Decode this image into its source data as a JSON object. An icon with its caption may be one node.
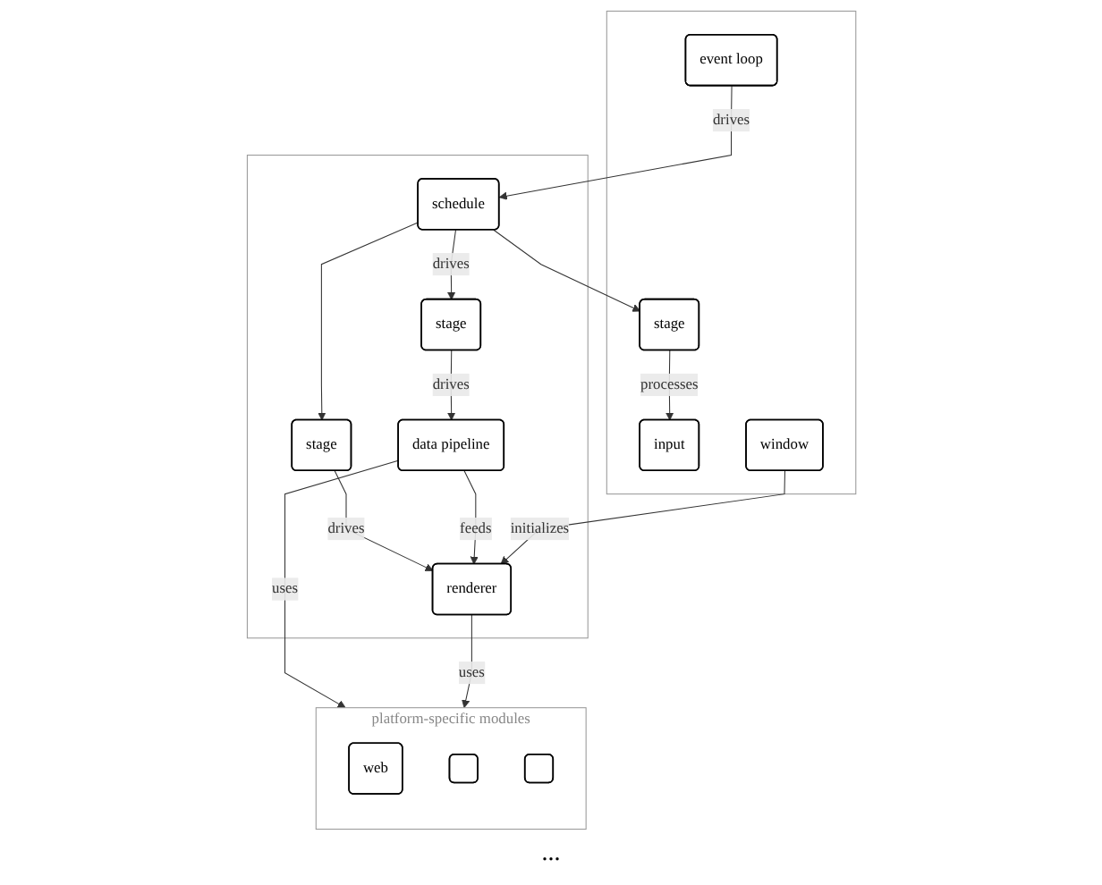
{
  "diagram": {
    "nodes": [
      {
        "text": [],
        "shape": "box"
      },
      {
        "text": [
          "schedule"
        ],
        "in": 0
      },
      {
        "text": [
          "stage"
        ],
        "in": 0
      },
      {
        "text": [
          "stage"
        ],
        "in": 0
      },
      {
        "text": [
          "data pipeline"
        ],
        "in": 0
      },
      {
        "text": [
          "renderer"
        ],
        "in": 0
      },
      {
        "text": [],
        "shape": "box"
      },
      {
        "text": [
          "event loop"
        ],
        "in": 6
      },
      {
        "text": [
          "stage"
        ],
        "in": 6
      },
      {
        "text": [
          "input"
        ],
        "in": 6
      },
      {
        "text": [
          "window"
        ],
        "in": 6
      },
      {
        "text": [
          "platform-specific modules"
        ]
      },
      {
        "text": [
          "web"
        ],
        "in": 11
      },
      {
        "text": [],
        "shape": "box",
        "in": 11
      },
      {
        "text": [],
        "shape": "box",
        "in": 11
      }
    ],
    "edges": [
      {
        "from": 7,
        "to": 1,
        "arrow": "to",
        "label": "drives"
      },
      {
        "from": 1,
        "to": 2,
        "arrow": "to",
        "label": "drives"
      },
      {
        "from": 1,
        "to": 3,
        "arrow": "to"
      },
      {
        "from": 1,
        "to": 8,
        "arrow": "to"
      },
      {
        "from": 2,
        "to": 4,
        "arrow": "to",
        "label": "drives"
      },
      {
        "from": 3,
        "to": 5,
        "arrow": "to",
        "label": "drives"
      },
      {
        "from": 4,
        "to": 5,
        "arrow": "to",
        "label": "feeds"
      },
      {
        "from": 8,
        "to": 9,
        "arrow": "to",
        "label": "processes"
      },
      {
        "from": 10,
        "to": 5,
        "arrow": "to",
        "label": "initializes"
      },
      {
        "from": 4,
        "to": 11,
        "arrow": "to",
        "label": "uses"
      },
      {
        "from": 5,
        "to": 11,
        "arrow": "to",
        "label": "uses"
      }
    ],
    "labels": [
      "..."
    ]
  }
}
